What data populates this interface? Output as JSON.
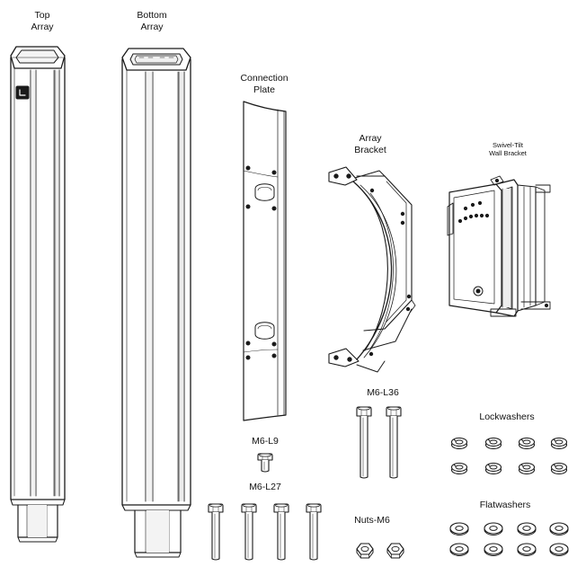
{
  "labels": {
    "top_array": [
      "Top",
      "Array"
    ],
    "bottom_array": [
      "Bottom",
      "Array"
    ],
    "connection_plate": [
      "Connection",
      "Plate"
    ],
    "array_bracket": [
      "Array",
      "Bracket"
    ],
    "swivel_tilt": [
      "Swivel-Tilt",
      "Wall Bracket"
    ],
    "m6_l36": "M6-L36",
    "lockwashers": "Lockwashers",
    "m6_l9": "M6-L9",
    "m6_l27": "M6-L27",
    "nuts_m6": "Nuts-M6",
    "flatwashers": "Flatwashers"
  },
  "quantities": {
    "m6_l9": 1,
    "m6_l27": 4,
    "m6_l36": 2,
    "nuts_m6": 2,
    "lockwashers": 8,
    "flatwashers": 8
  }
}
